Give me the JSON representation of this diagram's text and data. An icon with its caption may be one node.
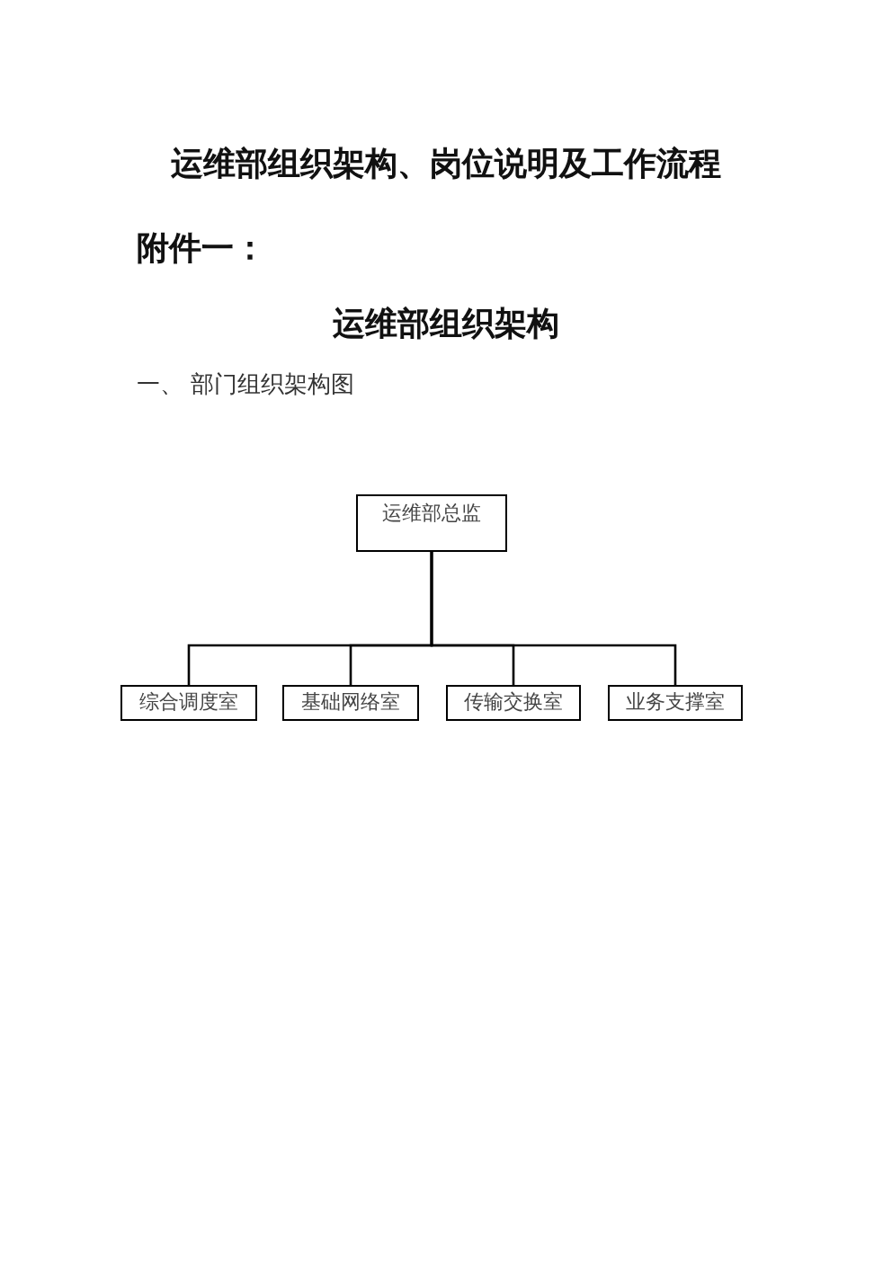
{
  "diagram": {
    "title": "运维部组织架构、岗位说明及工作流程",
    "nodes": [
      {
        "text": [
          "运维部总监"
        ]
      },
      {
        "text": [
          "综合调度室"
        ]
      },
      {
        "text": [
          "基础网络室"
        ]
      },
      {
        "text": [
          "传输交换室"
        ]
      },
      {
        "text": [
          "业务支撑室"
        ]
      }
    ],
    "edges": [
      {
        "from": 0,
        "to": 1,
        "arrow": "none"
      },
      {
        "from": 0,
        "to": 2,
        "arrow": "none"
      },
      {
        "from": 0,
        "to": 3,
        "arrow": "none"
      },
      {
        "from": 0,
        "to": 4,
        "arrow": "none"
      }
    ],
    "labels": [
      "附件一：",
      "运维部组织架构",
      "一、 部门组织架构图"
    ]
  }
}
